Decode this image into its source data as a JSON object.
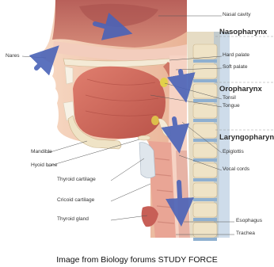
{
  "labels": {
    "nasal_cavity": "Nasal cavity",
    "nares": "Nares",
    "hard_palate": "Hard palate",
    "soft_palate": "Soft palate",
    "tonsil": "Tonsil",
    "tongue": "Tongue",
    "mandible": "Mandible",
    "hyoid_bone": "Hyoid bone",
    "epiglottis": "Epiglottis",
    "vocal_cords": "Vocal cords",
    "thyroid_cartilage": "Thyroid cartilage",
    "cricoid_cartilage": "Cricoid cartilage",
    "thyroid_gland": "Thyroid gland",
    "esophagus": "Esophagus",
    "trachea": "Trachea"
  },
  "regions": {
    "nasopharynx": "Nasopharynx",
    "oropharynx": "Oropharynx",
    "laryngopharynx": "Laryngopharynx"
  },
  "caption": "Image from Biology forums STUDY FORCE",
  "colors": {
    "skin": "#f0c4a8",
    "soft_tissue": "#d9826f",
    "tongue": "#c9655a",
    "airway_arrow": "#4a63b8",
    "vertebra": "#efe3c6",
    "disc": "#8fb0d0",
    "tonsil": "#e2d04a"
  }
}
